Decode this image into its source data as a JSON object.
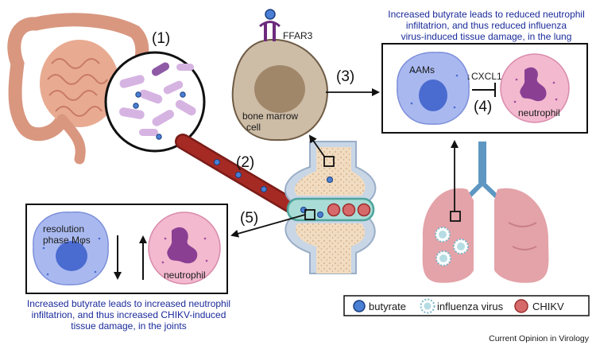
{
  "steps": {
    "s1": "(1)",
    "s2": "(2)",
    "s3": "(3)",
    "s4": "(4)",
    "s5": "(5)"
  },
  "receptor": "FFAR3",
  "bone_marrow": {
    "line1": "bone marrow",
    "line2": "cell"
  },
  "lung_box": {
    "caption": [
      "Increased butyrate leads to reduced neutrophil",
      "infiltatrion, and thus reduced influenza",
      "virus-induced tissue damage, in the lung"
    ],
    "aams": "AAMs",
    "cxcl1": "↓CXCL1",
    "neutrophil": "neutrophil"
  },
  "joint_box": {
    "caption": [
      "Increased butyrate leads to increased neutrophil",
      "infiltatrion, and thus increased CHIKV-induced",
      "tissue damage, in the joints"
    ],
    "macrophage_line1": "resolution",
    "macrophage_line2": "phase Mφs",
    "neutrophil": "neutrophil"
  },
  "legend": {
    "butyrate": "butyrate",
    "influenza": "influenza virus",
    "chikv": "CHIKV"
  },
  "credit": "Current Opinion in Virology",
  "colors": {
    "caption_blue": "#1a2a9a",
    "butyrate": "#4a7fd4",
    "macrophage_fill": "#a9b9f0",
    "neutrophil_fill": "#f3b9cf",
    "neutrophil_nucleus": "#8a3f93",
    "vessel": "#a62a24",
    "bone_marrow_cell": "#cdbca6",
    "lung": "#e3a3a9",
    "gut": "#e3a58e"
  }
}
